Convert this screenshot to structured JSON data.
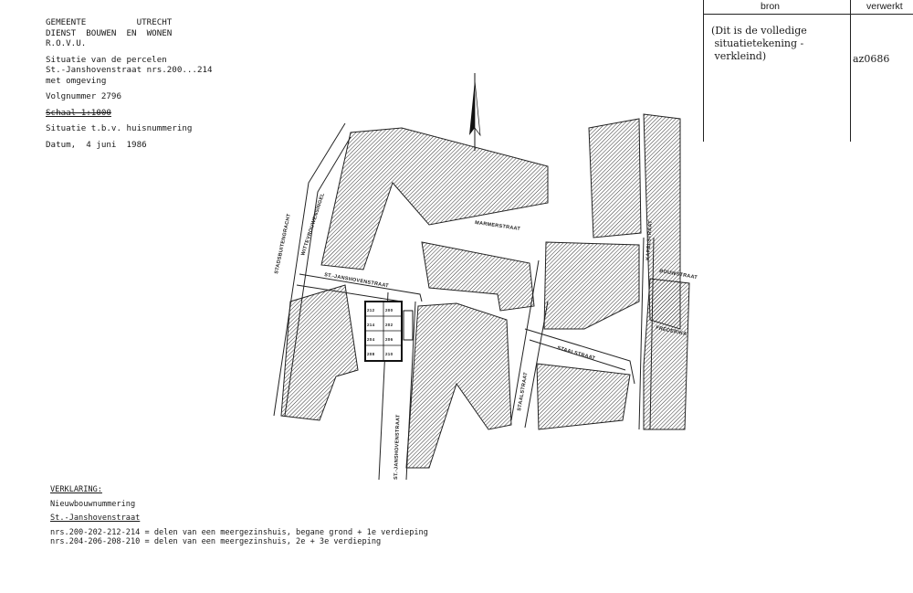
{
  "header": {
    "municipality": "GEMEENTE",
    "city": "UTRECHT",
    "department": "DIENST  BOUWEN  EN  WONEN",
    "unit": "R.O.V.U.",
    "subject_line1": "Situatie van de percelen",
    "subject_line2": "St.-Janshovenstraat nrs.200...214",
    "subject_line3": "met omgeving",
    "sequence": "Volgnummer 2796",
    "scale": "Schaal 1:1000",
    "purpose": "Situatie t.b.v. huisnummering",
    "date": "Datum,  4 juni  1986"
  },
  "table": {
    "col_bron": "bron",
    "col_verwerkt": "verwerkt",
    "bron_text": "(Dit is de volledige\n situatietekening -\n verkleind)",
    "verwerkt_text": "az0686"
  },
  "map": {
    "streets": {
      "stadsbuitengracht": "STADSBUITENGRACHT",
      "wittevrouwensingel": "WITTEVROUWENSINGEL",
      "janshoven_top": "ST.-JANSHOVENSTRAAT",
      "janshoven_vertical": "ST.-JANSHOVENSTRAAT",
      "marmerstraat": "MARMERSTRAAT",
      "kapelstraat": "KAPELSTRAAT",
      "bouwstraat": "BOUWSTRAAT",
      "frederikastraat": "FREDERIKA",
      "staalstraat_h": "STAALSTRAAT",
      "staalstraat_v": "STAALSTRAAT"
    },
    "house_numbers": [
      "200",
      "202",
      "204",
      "206",
      "208",
      "210",
      "212",
      "214"
    ]
  },
  "legend": {
    "title": "VERKLARING:",
    "subtitle": "Nieuwbouwnummering",
    "street": "St.-Janshovenstraat",
    "line1": "nrs.200-202-212-214 = delen van een meergezinshuis, begane grond + 1e verdieping",
    "line2": "nrs.204-206-208-210 = delen van een meergezinshuis, 2e + 3e verdieping"
  }
}
